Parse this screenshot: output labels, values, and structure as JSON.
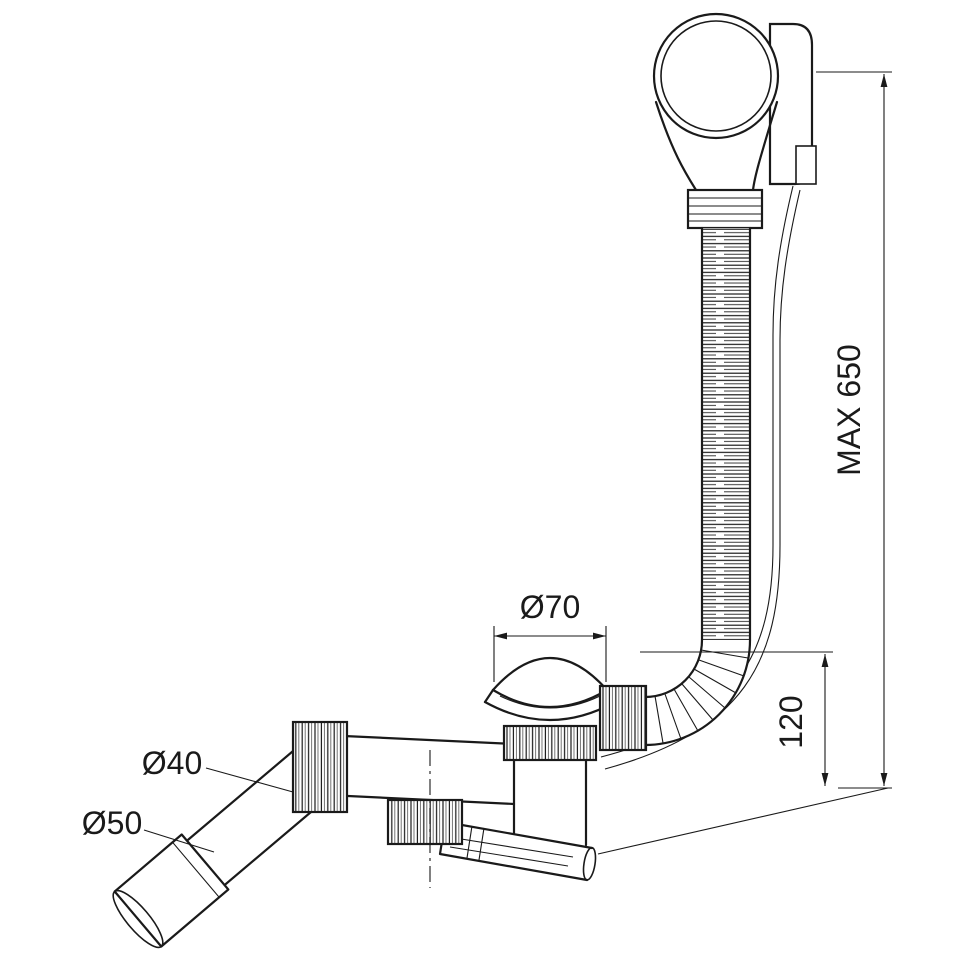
{
  "drawing": {
    "background": "#ffffff",
    "line_color": "#1a1a1a",
    "labels": {
      "max_length": "MAX 650",
      "overflow_drop": "120",
      "cap_diameter": "Ø70",
      "pipe_diameter": "Ø40",
      "outlet_diameter": "Ø50"
    }
  }
}
